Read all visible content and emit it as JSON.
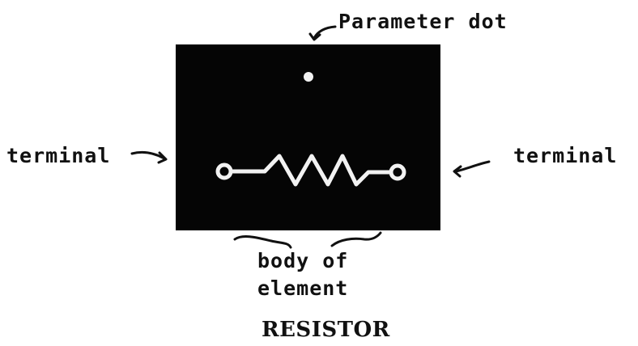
{
  "labels": {
    "parameter_dot": "Parameter dot",
    "terminal_left": "terminal",
    "terminal_right": "terminal",
    "body_line1": "body of",
    "body_line2": "element",
    "title": "RESISTOR"
  },
  "colors": {
    "background": "#ffffff",
    "element_body": "#050505",
    "symbol": "#f2f2f2",
    "ink": "#111111"
  }
}
